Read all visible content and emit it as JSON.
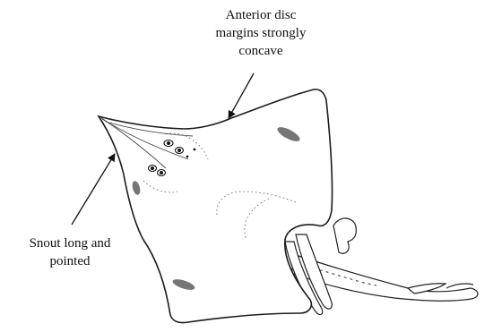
{
  "annotations": {
    "anterior_disc": {
      "lines": [
        "Anterior disc",
        "margins strongly",
        "concave"
      ]
    },
    "snout": {
      "lines": [
        "Snout long and",
        "pointed"
      ]
    }
  },
  "colors": {
    "ink": "#111111",
    "background": "#ffffff"
  }
}
